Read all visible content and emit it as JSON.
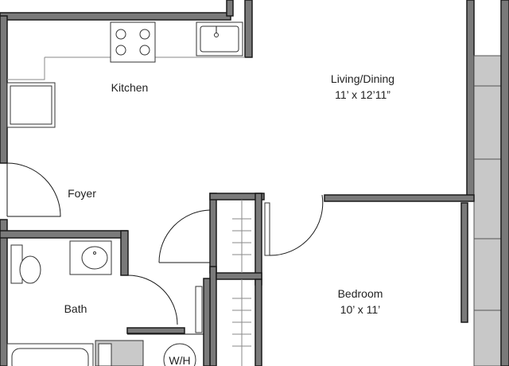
{
  "rooms": {
    "kitchen": {
      "name": "Kitchen"
    },
    "living": {
      "name": "Living/Dining",
      "size": "11’ x 12’11”"
    },
    "foyer": {
      "name": "Foyer"
    },
    "bath": {
      "name": "Bath"
    },
    "bedroom": {
      "name": "Bedroom",
      "size": "10’ x 11’"
    }
  },
  "fixtures": {
    "water_heater": "W/H"
  }
}
